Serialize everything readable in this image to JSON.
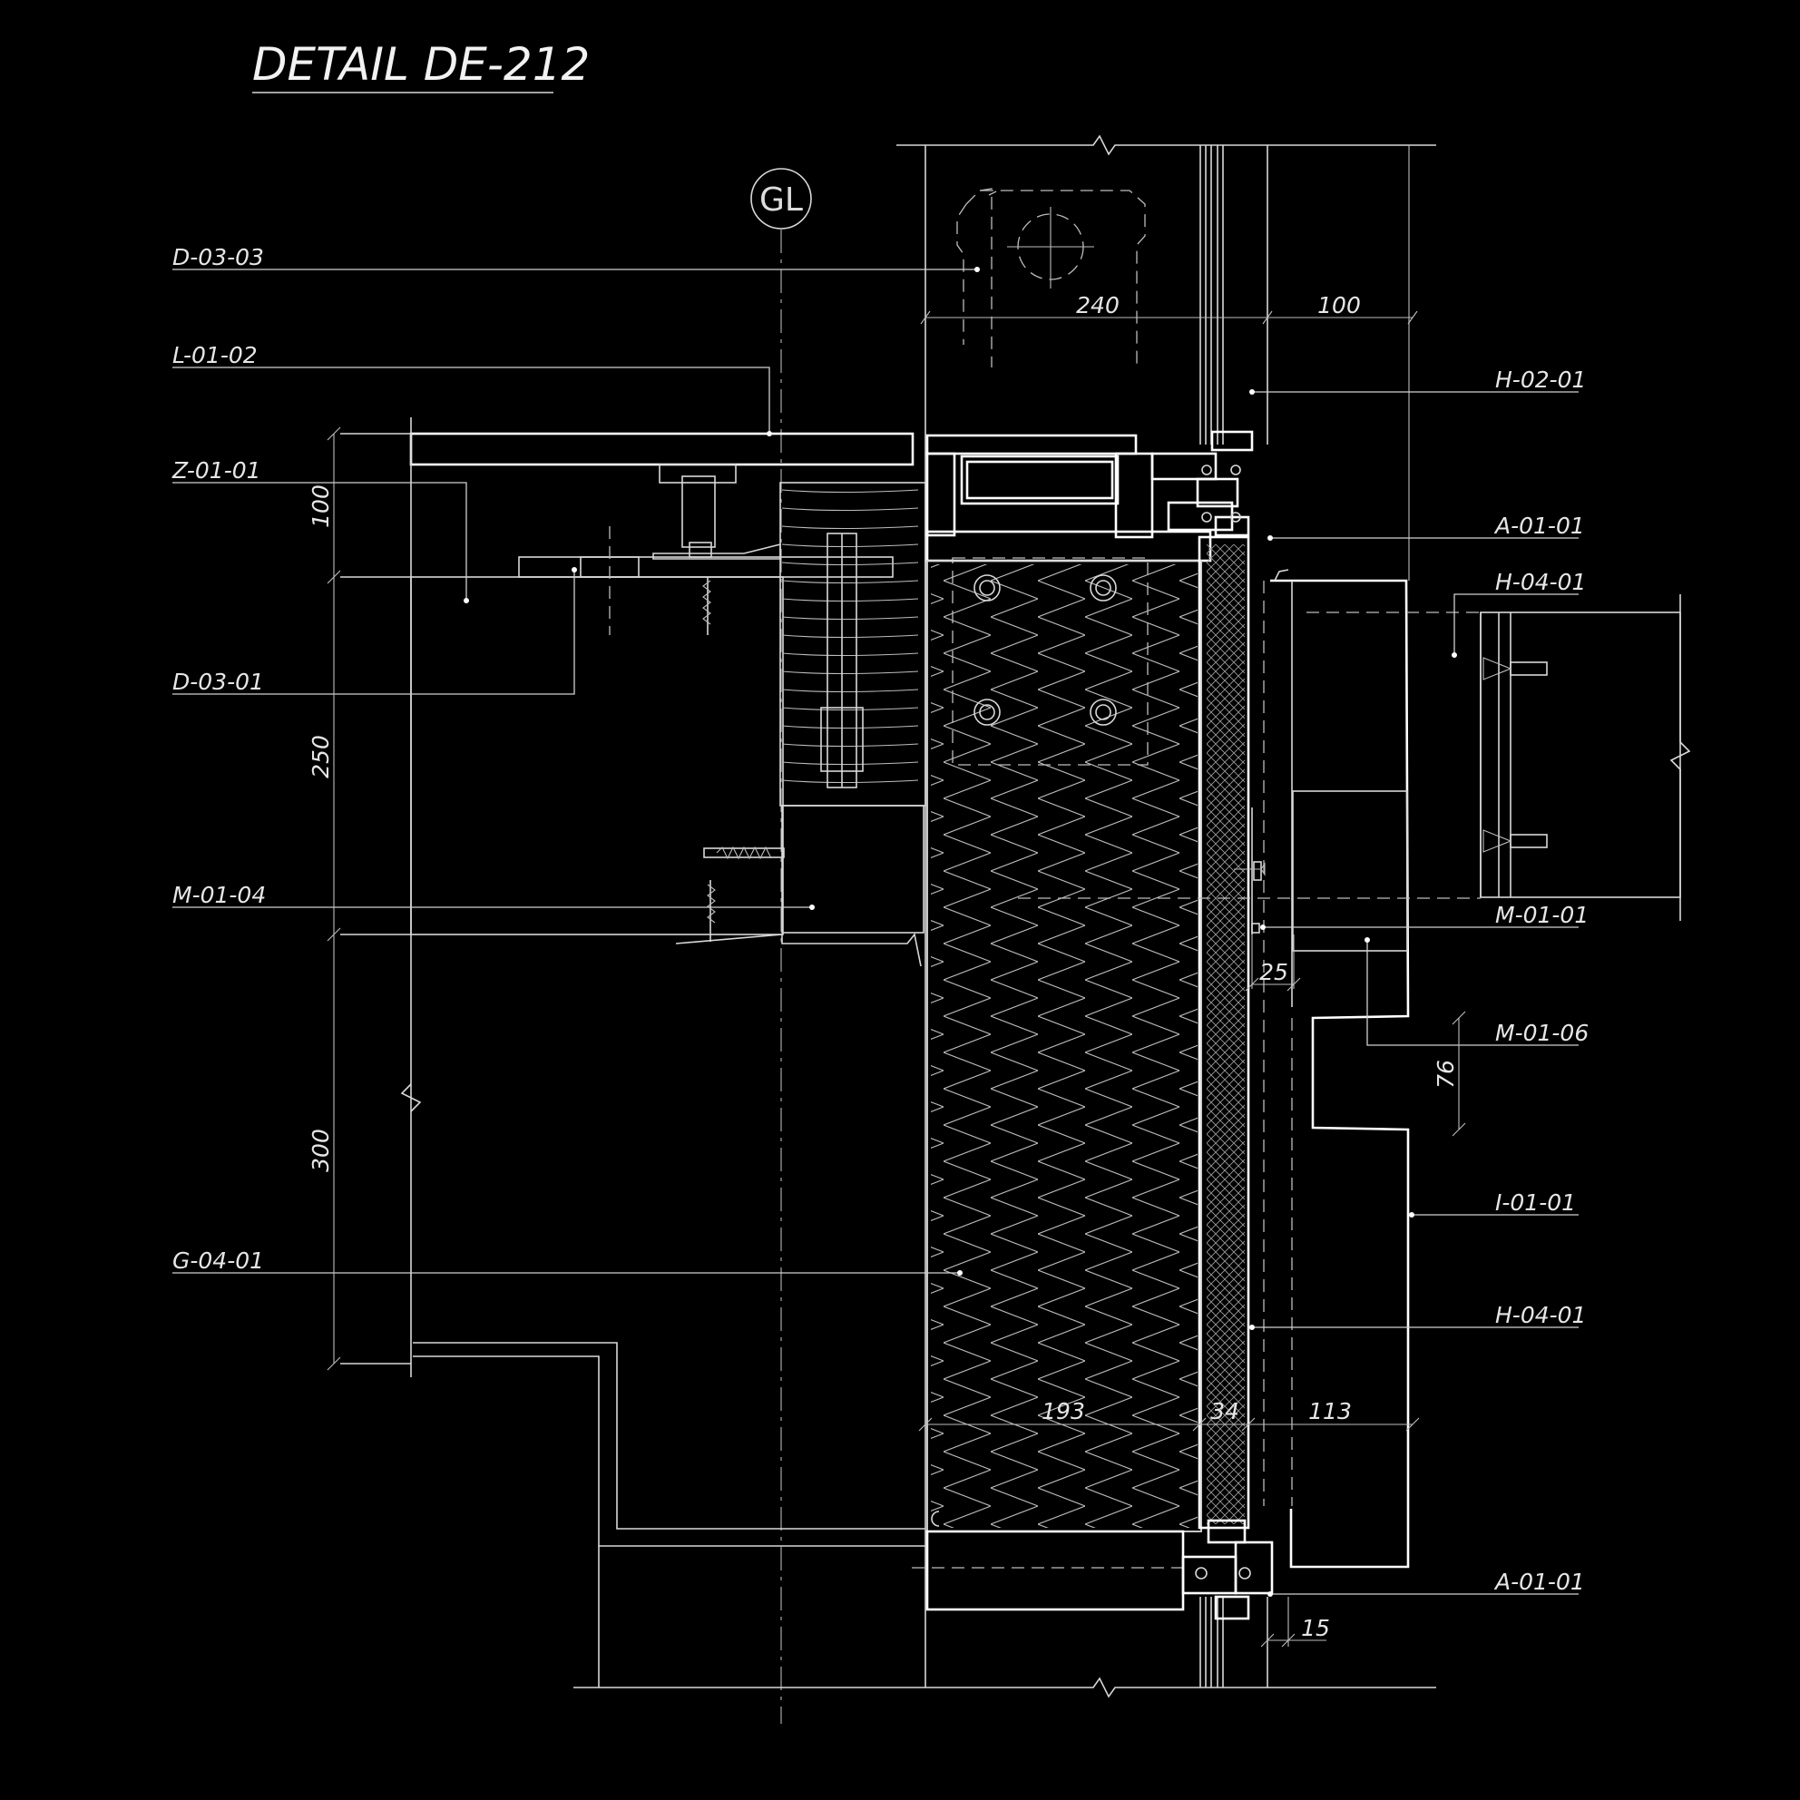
{
  "title": "DETAIL DE-212",
  "grid_label": "GL",
  "labels_left": [
    {
      "id": "d-03-03",
      "text": "D-03-03"
    },
    {
      "id": "l-01-02",
      "text": "L-01-02"
    },
    {
      "id": "z-01-01",
      "text": "Z-01-01"
    },
    {
      "id": "d-03-01",
      "text": "D-03-01"
    },
    {
      "id": "m-01-04",
      "text": "M-01-04"
    },
    {
      "id": "g-04-01",
      "text": "G-04-01"
    }
  ],
  "labels_right": [
    {
      "id": "h-02-01",
      "text": "H-02-01"
    },
    {
      "id": "a-01-01-top",
      "text": "A-01-01"
    },
    {
      "id": "h-04-01-top",
      "text": "H-04-01"
    },
    {
      "id": "m-01-01",
      "text": "M-01-01"
    },
    {
      "id": "m-01-06",
      "text": "M-01-06"
    },
    {
      "id": "i-01-01",
      "text": "I-01-01"
    },
    {
      "id": "h-04-01-bottom",
      "text": "H-04-01"
    },
    {
      "id": "a-01-01-bottom",
      "text": "A-01-01"
    }
  ],
  "dimensions": {
    "d240": "240",
    "d100_top": "100",
    "d100_left": "100",
    "d250": "250",
    "d300": "300",
    "d25": "25",
    "d76": "76",
    "d193": "193",
    "d34": "34",
    "d113": "113",
    "d15": "15"
  },
  "colors": {
    "background": "#000000",
    "linework": "#ffffff"
  }
}
